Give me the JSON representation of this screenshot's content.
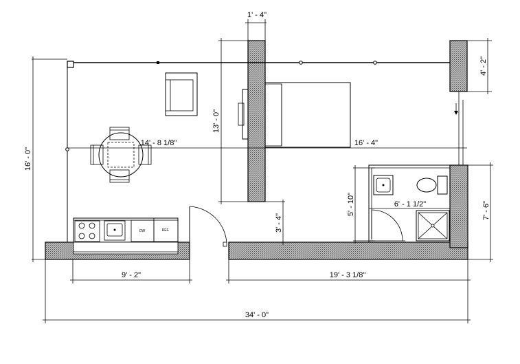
{
  "dimensions": {
    "chimney_width": "1' - 4\"",
    "right_wall_top": "4' - 2\"",
    "living_width": "14' - 8 1/8\"",
    "bedroom_width": "16' - 4\"",
    "ceiling_height": "13' - 0\"",
    "overall_depth": "16' - 0\"",
    "bath_depth": "5' - 10\"",
    "bath_width": "6' - 1 1/2\"",
    "bath_wall_right": "7' - 6\"",
    "chimney_to_front": "3' - 4\"",
    "kitchen_width": "9' - 2\"",
    "right_front_width": "19' - 3 1/8\"",
    "overall_width": "34' - 0\""
  },
  "appliance_labels": {
    "dishwasher": "DW",
    "refrigerator": "REF."
  }
}
